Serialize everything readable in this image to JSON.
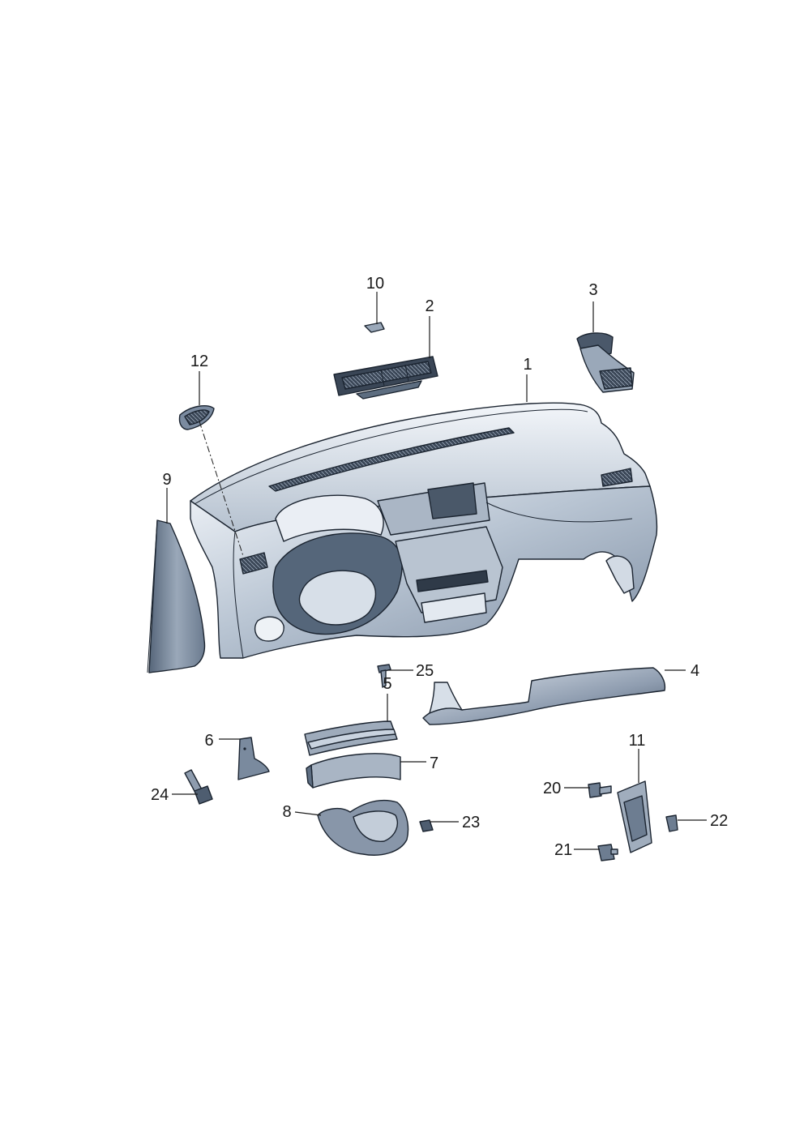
{
  "diagram": {
    "callouts": [
      {
        "id": "1",
        "label": "1"
      },
      {
        "id": "2",
        "label": "2"
      },
      {
        "id": "3",
        "label": "3"
      },
      {
        "id": "4",
        "label": "4"
      },
      {
        "id": "5",
        "label": "5"
      },
      {
        "id": "6",
        "label": "6"
      },
      {
        "id": "7",
        "label": "7"
      },
      {
        "id": "8",
        "label": "8"
      },
      {
        "id": "9",
        "label": "9"
      },
      {
        "id": "10",
        "label": "10"
      },
      {
        "id": "11",
        "label": "11"
      },
      {
        "id": "12",
        "label": "12"
      },
      {
        "id": "20",
        "label": "20"
      },
      {
        "id": "21",
        "label": "21"
      },
      {
        "id": "22",
        "label": "22"
      },
      {
        "id": "23",
        "label": "23"
      },
      {
        "id": "24",
        "label": "24"
      },
      {
        "id": "25",
        "label": "25"
      }
    ],
    "colors": {
      "part_fill_light": "#c9d3df",
      "part_fill_mid": "#8e9cae",
      "part_fill_dark": "#2b3644",
      "outline": "#1b2430"
    }
  }
}
